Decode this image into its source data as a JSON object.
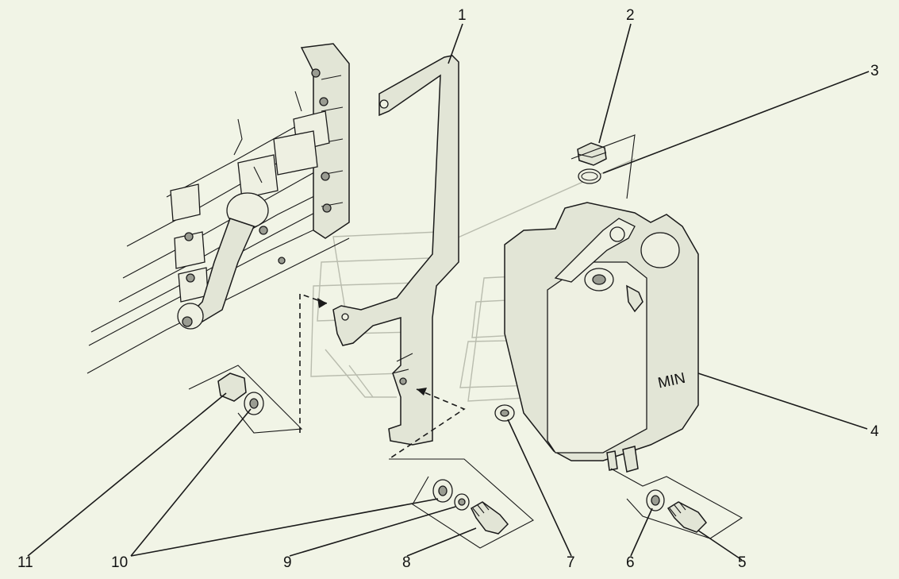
{
  "diagram": {
    "callouts": [
      "1",
      "2",
      "3",
      "4",
      "5",
      "6",
      "7",
      "8",
      "9",
      "10",
      "11"
    ],
    "colors": {
      "background": "#f1f4e6",
      "line": "#1a1a1a",
      "fill": "#e2e5d6"
    },
    "tank_marking": "MIN"
  }
}
